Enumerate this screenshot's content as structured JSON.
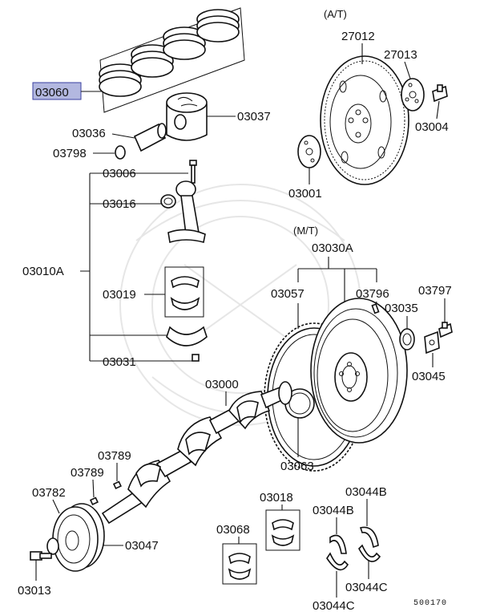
{
  "section_headers": {
    "automatic": "(A/T)",
    "manual": "(M/T)"
  },
  "diagram_code": "500170",
  "highlight_color": "#b3b8e0",
  "labels": {
    "p03060": "03060",
    "p03037": "03037",
    "p03036": "03036",
    "p03798": "03798",
    "p03006": "03006",
    "p03016": "03016",
    "p03010A": "03010A",
    "p03019": "03019",
    "p03031": "03031",
    "p27012": "27012",
    "p27013": "27013",
    "p03004": "03004",
    "p03001": "03001",
    "p03030A": "03030A",
    "p03057": "03057",
    "p03796": "03796",
    "p03797": "03797",
    "p03035": "03035",
    "p03045": "03045",
    "p03000": "03000",
    "p03063": "03063",
    "p03789a": "03789",
    "p03789b": "03789",
    "p03782": "03782",
    "p03047": "03047",
    "p03013": "03013",
    "p03018": "03018",
    "p03068": "03068",
    "p03044B_1": "03044B",
    "p03044B_2": "03044B",
    "p03044C_1": "03044C",
    "p03044C_2": "03044C"
  }
}
